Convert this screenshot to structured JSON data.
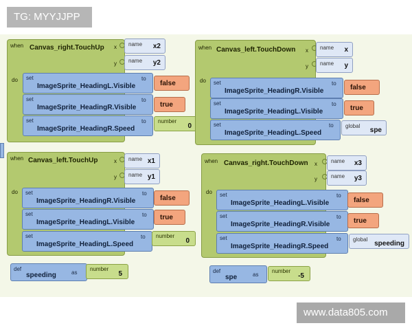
{
  "overlays": {
    "top_tag": "TG: MYYJJPP",
    "bottom_tag": "www.data805.com"
  },
  "colors": {
    "event": "#b3c96f",
    "setter": "#97b7e3",
    "boolean": "#f3a57e",
    "number": "#c8dd8c",
    "param": "#dfe8f6"
  },
  "blocks": [
    {
      "event": "Canvas_right.TouchUp",
      "params": [
        {
          "axis": "x",
          "name": "x2"
        },
        {
          "axis": "y",
          "name": "y2"
        }
      ],
      "statements": [
        {
          "prop": "ImageSprite_HeadingL.Visible",
          "kind": "bool",
          "value": "false"
        },
        {
          "prop": "ImageSprite_HeadingR.Visible",
          "kind": "bool",
          "value": "true"
        },
        {
          "prop": "ImageSprite_HeadingR.Speed",
          "kind": "number",
          "value": "0"
        }
      ]
    },
    {
      "event": "Canvas_left.TouchDown",
      "params": [
        {
          "axis": "x",
          "name": "x"
        },
        {
          "axis": "y",
          "name": "y"
        }
      ],
      "statements": [
        {
          "prop": "ImageSprite_HeadingR.Visible",
          "kind": "bool",
          "value": "false"
        },
        {
          "prop": "ImageSprite_HeadingL.Visible",
          "kind": "bool",
          "value": "true"
        },
        {
          "prop": "ImageSprite_HeadingL.Speed",
          "kind": "global",
          "value": "spe"
        }
      ]
    },
    {
      "event": "Canvas_left.TouchUp",
      "params": [
        {
          "axis": "x",
          "name": "x1"
        },
        {
          "axis": "y",
          "name": "y1"
        }
      ],
      "statements": [
        {
          "prop": "ImageSprite_HeadingR.Visible",
          "kind": "bool",
          "value": "false"
        },
        {
          "prop": "ImageSprite_HeadingL.Visible",
          "kind": "bool",
          "value": "true"
        },
        {
          "prop": "ImageSprite_HeadingL.Speed",
          "kind": "number",
          "value": "0"
        }
      ]
    },
    {
      "event": "Canvas_right.TouchDown",
      "params": [
        {
          "axis": "x",
          "name": "x3"
        },
        {
          "axis": "y",
          "name": "y3"
        }
      ],
      "statements": [
        {
          "prop": "ImageSprite_HeadingL.Visible",
          "kind": "bool",
          "value": "false"
        },
        {
          "prop": "ImageSprite_HeadingR.Visible",
          "kind": "bool",
          "value": "true"
        },
        {
          "prop": "ImageSprite_HeadingR.Speed",
          "kind": "global",
          "value": "speeding"
        }
      ]
    }
  ],
  "defs": [
    {
      "name": "speeding",
      "value": "5"
    },
    {
      "name": "spe",
      "value": "-5"
    }
  ],
  "labels": {
    "when": "when",
    "do": "do",
    "set": "set",
    "to": "to",
    "name": "name",
    "number": "number",
    "global": "global",
    "def": "def",
    "as": "as"
  }
}
